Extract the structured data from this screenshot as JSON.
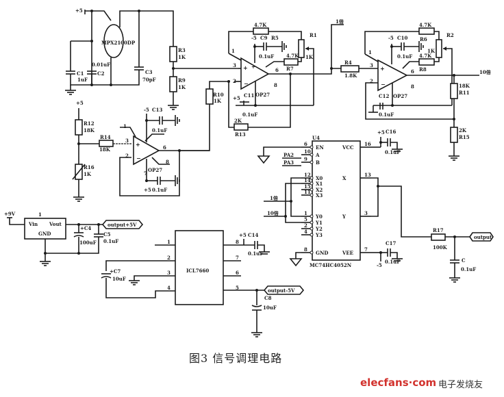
{
  "figure": {
    "caption": "图3 信号调理电路",
    "watermark": "elecfans·com",
    "watermark_cn": "电子发烧友"
  },
  "sensor_stage": {
    "supply": "+5",
    "sensor": "MPX2100DP",
    "c1": {
      "ref": "C1",
      "value": "1uF"
    },
    "c2": {
      "ref": "C2",
      "value": "0.01uF"
    },
    "c3": {
      "ref": "C3",
      "value": "70pF"
    },
    "r3": {
      "ref": "R3",
      "value": "1K"
    },
    "r9": {
      "ref": "R9",
      "value": "1K"
    }
  },
  "amp1": {
    "ref": "OP27",
    "pin_plus": "3",
    "pin_minus": "2",
    "pin_out": "6",
    "pin_top": "1",
    "pin_bot": "8",
    "vneg": "-5",
    "vpos": "+5",
    "c9": {
      "ref": "C9",
      "value": "0.1uF"
    },
    "c11": {
      "ref": "C11",
      "value": "0.1uF"
    },
    "r5": {
      "ref": "R5",
      "value": "4.7K"
    },
    "r7": {
      "ref": "R7",
      "value": "4.7K"
    },
    "r1": {
      "ref": "R1",
      "value": "1K"
    },
    "r10": {
      "ref": "R10",
      "value": "1K"
    },
    "r13": {
      "ref": "R13",
      "value": "2K"
    },
    "out_label": "1倍"
  },
  "amp2": {
    "ref": "OP27",
    "pin_plus": "3",
    "pin_minus": "2",
    "pin_out": "6",
    "pin_top": "1",
    "pin_bot": "8",
    "vneg": "-5",
    "c10": {
      "ref": "C10",
      "value": "0.1uF"
    },
    "c12": {
      "ref": "C12",
      "value": "0.1uF"
    },
    "r6": {
      "ref": "R6",
      "value": "4.7K"
    },
    "r8": {
      "ref": "R8",
      "value": "4.7K"
    },
    "r2": {
      "ref": "R2",
      "value": "1K"
    },
    "r4": {
      "ref": "R4",
      "value": "1.8K"
    },
    "r11": {
      "ref": "R11",
      "value": "18K"
    },
    "r15": {
      "ref": "R15",
      "value": "2K"
    },
    "out_label": "10倍"
  },
  "ref_stage": {
    "supply": "+5",
    "ref": "OP27",
    "r12": {
      "ref": "R12",
      "value": "18K"
    },
    "r14": {
      "ref": "R14",
      "value": "18K"
    },
    "r16": {
      "ref": "R16",
      "value": "1K"
    },
    "c13": {
      "ref": "C13",
      "value": "0.1uF"
    },
    "c15_value": "0.1uF",
    "vneg": "-5",
    "vpos": "+5",
    "pin_plus": "3",
    "pin_minus": "2",
    "pin_out": "6",
    "pin_top": "1",
    "pin_bot": "8",
    "pin_7": "7"
  },
  "mux": {
    "ref": "U4",
    "part": "MC74HC4052N",
    "pins_left": [
      {
        "num": "6",
        "name": "EN"
      },
      {
        "num": "10",
        "name": "A",
        "net": "PA2"
      },
      {
        "num": "9",
        "name": "B",
        "net": "PA3"
      },
      {
        "num": "12",
        "name": "X0"
      },
      {
        "num": "14",
        "name": "X1"
      },
      {
        "num": "15",
        "name": "X2"
      },
      {
        "num": "11",
        "name": "X3"
      },
      {
        "num": "1",
        "name": "Y0"
      },
      {
        "num": "5",
        "name": "Y1"
      },
      {
        "num": "2",
        "name": "Y2"
      },
      {
        "num": "4",
        "name": "Y3"
      },
      {
        "num": "8",
        "name": "GND"
      }
    ],
    "pins_right": [
      {
        "num": "16",
        "name": "VCC"
      },
      {
        "num": "13",
        "name": "X"
      },
      {
        "num": "3",
        "name": "Y"
      },
      {
        "num": "7",
        "name": "VEE"
      }
    ],
    "in_1x": "1倍",
    "in_10x": "10倍",
    "c16": {
      "ref": "C16",
      "value": "0.1uF",
      "supply": "+5"
    },
    "c17": {
      "ref": "C17",
      "value": "0.1uF",
      "supply": "-5"
    }
  },
  "output_filter": {
    "r17": {
      "ref": "R17",
      "value": "100K"
    },
    "c": {
      "ref": "C",
      "value": "0.1uF"
    },
    "port": "output"
  },
  "regulator": {
    "vin": "+9V",
    "pin": "1",
    "pin_in": "Vin",
    "pin_out": "Vout",
    "pin_gnd": "GND",
    "c4": {
      "ref": "C4",
      "value": "100uF"
    },
    "c5": {
      "ref": "C5",
      "value": "0.1uF"
    },
    "port": "output+5V"
  },
  "inverter": {
    "part": "ICL7660",
    "pins_left": [
      "1",
      "2",
      "3",
      "4"
    ],
    "pins_right": [
      "8",
      "7",
      "6",
      "5"
    ],
    "c7": {
      "ref": "C7",
      "value": "10uF"
    },
    "c8": {
      "ref": "C8",
      "value": "10uF"
    },
    "c14": {
      "ref": "C14",
      "value": "0.1uF",
      "supply": "+5"
    },
    "port": "output-5V"
  }
}
